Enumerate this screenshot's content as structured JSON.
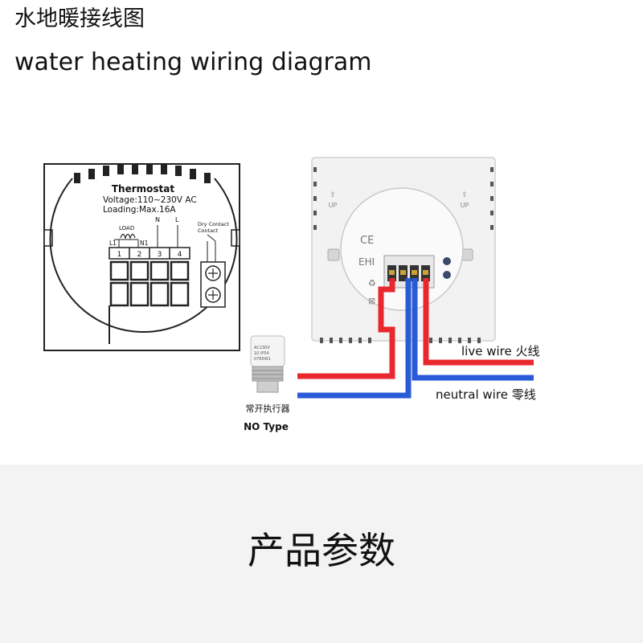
{
  "header": {
    "title_cn": "水地暖接线图",
    "title_en": "water heating wiring diagram"
  },
  "schematic": {
    "name": "Thermostat",
    "voltage": "Voltage:110~230V AC",
    "loading": "Loading:Max.16A",
    "load_label": "LOAD",
    "n_label": "N",
    "l_label": "L",
    "l1_label": "L1",
    "n1_label": "N1",
    "dry_contact_line1": "Dry Contact",
    "dry_contact_line2": "Contact",
    "terminals": [
      "1",
      "2",
      "3",
      "4"
    ]
  },
  "device": {
    "up_label": "UP",
    "marks": [
      "CE",
      "EHI"
    ]
  },
  "actuator": {
    "label_cn": "常开执行器",
    "label_en": "NO Type",
    "body_text_1": "AC230V",
    "body_text_2": "10 IP54",
    "body_text_3": "0765W1"
  },
  "wires": {
    "live_label": "live wire 火线",
    "neutral_label": "neutral wire 零线",
    "live_color": "#e8282e",
    "neutral_color": "#2a5bd7"
  },
  "footer": {
    "text": "产品参数",
    "background": "#f3f3f3"
  }
}
